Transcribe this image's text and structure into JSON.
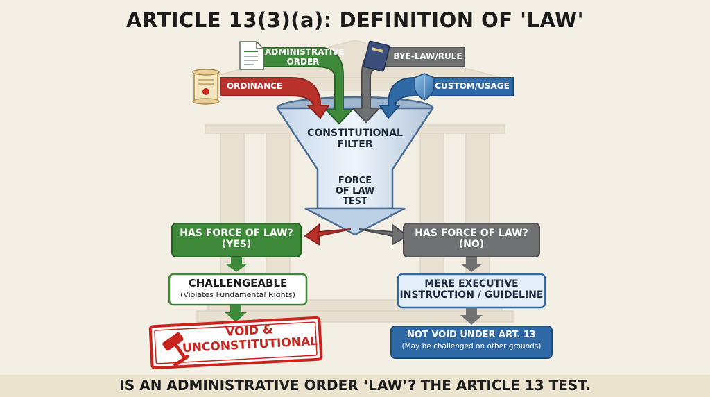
{
  "title": "ARTICLE 13(3)(a): DEFINITION OF 'LAW'",
  "footer": "IS AN ADMINISTRATIVE ORDER ‘LAW’? THE ARTICLE 13 TEST.",
  "inputs": {
    "administrative_order": [
      "ADMINISTRATIVE",
      "ORDER"
    ],
    "bye_law": "BYE-LAW/RULE",
    "ordinance": "ORDINANCE",
    "custom": "CUSTOM/USAGE"
  },
  "funnel": {
    "filter": [
      "CONSTITUTIONAL",
      "FILTER"
    ],
    "test": [
      "FORCE",
      "OF LAW",
      "TEST"
    ]
  },
  "yes_branch": {
    "question": [
      "HAS FORCE OF LAW?",
      "(YES)"
    ],
    "result_title": "CHALLENGEABLE",
    "result_sub": "(Violates Fundamental Rights)",
    "stamp": [
      "VOID &",
      "UNCONSTITUTIONAL"
    ]
  },
  "no_branch": {
    "question": [
      "HAS FORCE OF LAW?",
      "(NO)"
    ],
    "result": [
      "MERE EXECUTIVE",
      "INSTRUCTION / GUIDELINE"
    ],
    "final_title": "NOT VOID UNDER ART. 13",
    "final_sub": "(May be challenged on other grounds)"
  },
  "colors": {
    "green": "#3f8a3a",
    "red": "#b8322b",
    "gray": "#6f7173",
    "blue": "#2f6aa6",
    "stamp_red": "#c8231c"
  },
  "icons": [
    "document-icon",
    "scroll-icon",
    "book-icon",
    "shield-icon",
    "gavel-icon"
  ]
}
